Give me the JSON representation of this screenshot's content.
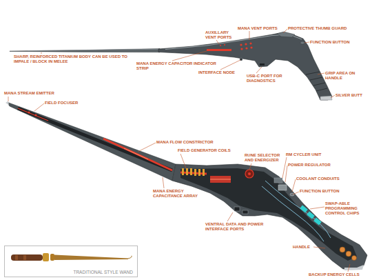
{
  "diagram": {
    "nodes": [
      {
        "text": [
          "TRADITIONAL STYLE WAND"
        ]
      }
    ],
    "labels": [
      "SHARP, REINFORCED TITANIUM BODY CAN BE USED TO IMPALE / BLOCK IN MELEE",
      "AUXILLARY VENT PORTS",
      "MANA VENT PORTS",
      "PROTECTIVE THUMB GUARD",
      "FUNCTION BUTTON",
      "MANA ENERGY CAPACITOR INDICATOR STRIP",
      "INTERFACE NODE",
      "USB-C PORT FOR DIAGNOSTICS",
      "GRIP AREA ON HANDLE",
      "SILVER BUTT",
      "MANA STREAM EMITTER",
      "FIELD FOCUSER",
      "MANA FLOW CONSTRICTOR",
      "FIELD GENERATOR COILS",
      "RUNE SELECTOR AND ENERGIZER",
      "RM CYCLER UNIT",
      "POWER REGULATOR",
      "COOLANT CONDUITS",
      "FUNCTION BUTTON",
      "MANA ENERGY CAPACITANCE ARRAY",
      "SWAP-ABLE PROGRAMMING CONTROL CHIPS",
      "VENTRAL DATA AND POWER INTERFACE PORTS",
      "HANDLE",
      "BACKUP ENERGY CELLS"
    ]
  }
}
